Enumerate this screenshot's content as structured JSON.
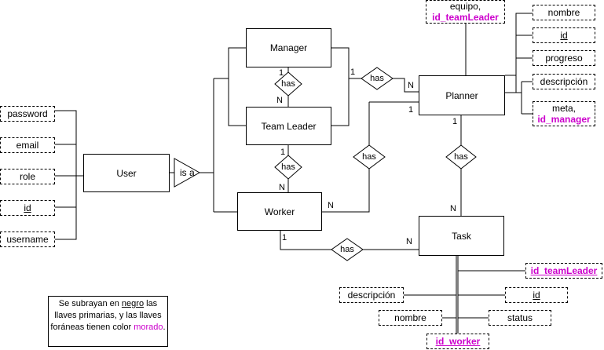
{
  "entities": {
    "manager": "Manager",
    "team_leader": "Team Leader",
    "user": "User",
    "worker": "Worker",
    "planner": "Planner",
    "task": "Task"
  },
  "relationships": {
    "has": "has",
    "isa": "is a"
  },
  "cardinality": {
    "one": "1",
    "many": "N"
  },
  "user_attributes": {
    "password": "password",
    "email": "email",
    "role": "role",
    "id": "id",
    "username": "username"
  },
  "planner_attributes": {
    "equipo": "equipo,",
    "id_teamLeader": "id_teamLeader",
    "nombre": "nombre",
    "id": "id",
    "progreso": "progreso",
    "descripcion": "descripción",
    "meta": "meta,",
    "id_manager": "id_manager"
  },
  "task_attributes": {
    "id_teamLeader": "id_teamLeader",
    "descripcion": "descripción",
    "id": "id",
    "nombre": "nombre",
    "status": "status",
    "id_worker": "id_worker"
  },
  "note": {
    "p1": "Se subrayan en",
    "p2": "negro",
    "p3": "las llaves primarias, y las llaves foráneas tienen color",
    "p4": "morado",
    "p5": "."
  },
  "colors": {
    "foreign_key": "#cc00cc",
    "stroke": "#000000"
  }
}
